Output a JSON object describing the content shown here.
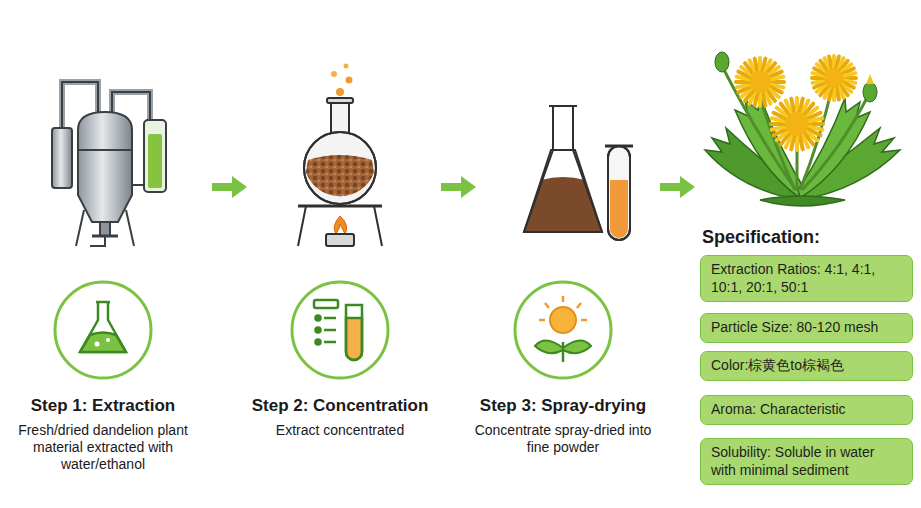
{
  "diagram": {
    "nodes": [
      {
        "text": [
          "Step 1: Extraction",
          "Fresh/dried dandelion plant material extracted with water/ethanol"
        ]
      },
      {
        "text": [
          "Step 2: Concentration",
          "Extract concentrated"
        ]
      },
      {
        "text": [
          "Step 3: Spray-drying",
          "Concentrate spray-dried into fine powder"
        ]
      },
      {
        "text": [
          "Extraction Ratios: 4:1, 4:1, 10:1, 20:1, 50:1"
        ]
      },
      {
        "text": [
          "Particle Size: 80-120 mesh"
        ]
      },
      {
        "text": [
          "Color:棕黄色to棕褐色"
        ]
      },
      {
        "text": [
          "Aroma: Characteristic"
        ]
      },
      {
        "text": [
          "Solubility: Soluble in water with minimal sediment"
        ]
      }
    ],
    "labels": [
      "Specification:"
    ]
  }
}
